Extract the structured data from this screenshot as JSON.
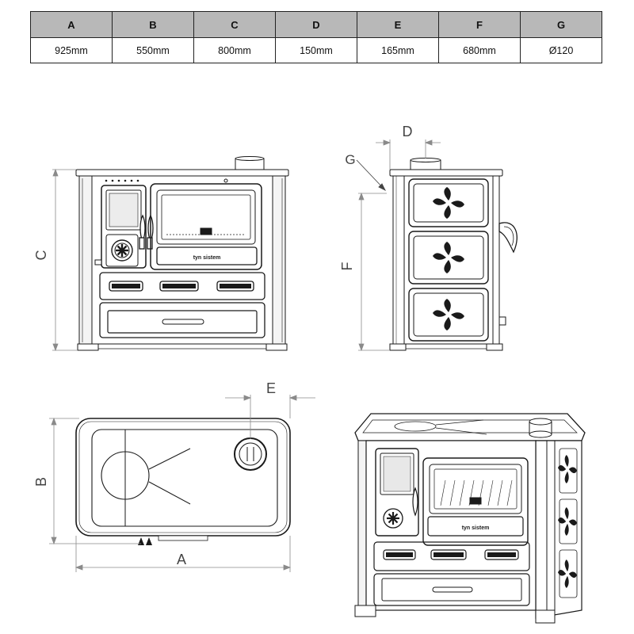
{
  "table": {
    "headers": [
      "A",
      "B",
      "C",
      "D",
      "E",
      "F",
      "G"
    ],
    "values": [
      "925mm",
      "550mm",
      "800mm",
      "150mm",
      "165mm",
      "680mm",
      "Ø120"
    ]
  },
  "labels": {
    "a": "A",
    "b": "B",
    "c": "C",
    "d": "D",
    "e": "E",
    "f": "F",
    "g": "G"
  },
  "brand": "tyn sistem"
}
